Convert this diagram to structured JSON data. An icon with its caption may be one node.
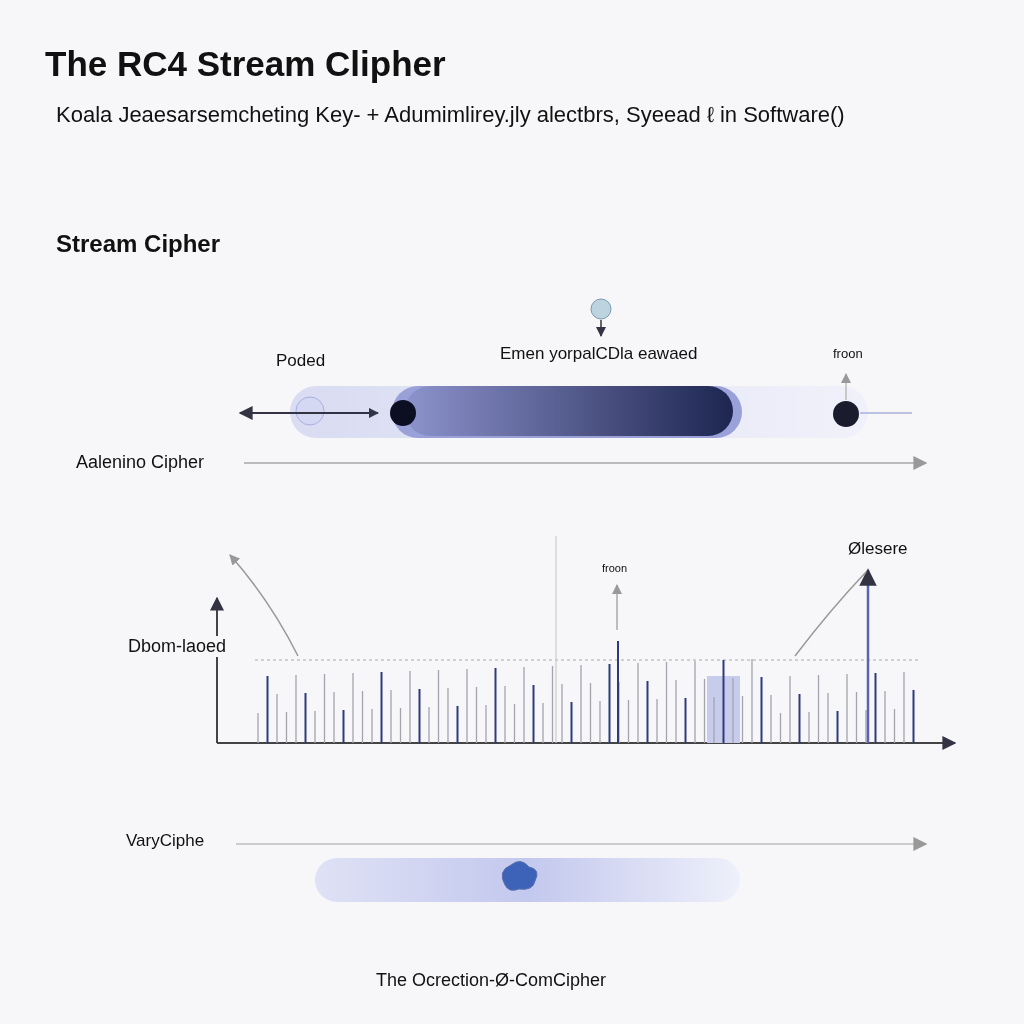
{
  "diagram": {
    "title": "The RC4 Stream Clipher",
    "caption": "The Ocrection-Ø-ComCipher",
    "labels": [
      "Koala Jeaesarsemcheting Key- + Adumimlirey.jly alectbrs, Syeead ℓ in Software()",
      "Stream Cipher",
      "Poded",
      "Emen yorpalCDla eawaed",
      "froon",
      "Aalenino Cipher",
      "froon",
      "Ølesere",
      "Dbom-laoed",
      "VaryCiphe"
    ]
  }
}
